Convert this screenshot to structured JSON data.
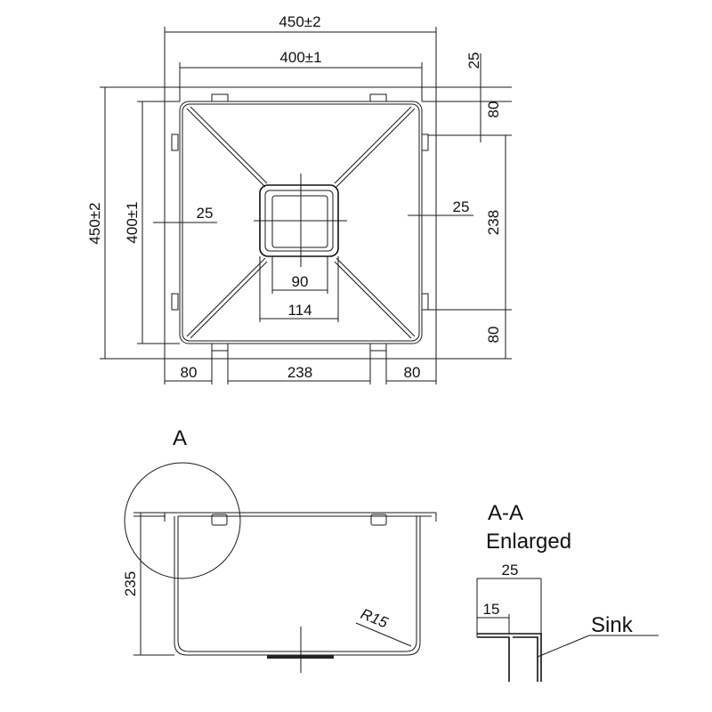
{
  "top_view": {
    "outer_width": "450±2",
    "inner_width": "400±1",
    "outer_height": "450±2",
    "inner_height": "400±1",
    "flange_top": "25",
    "right_top_offset": "80",
    "right_clip_span": "238",
    "right_bottom_offset": "80",
    "left_center": "25",
    "right_center": "25",
    "drain_inner": "90",
    "drain_outer": "114",
    "bottom_left_offset": "80",
    "bottom_clip_span": "238",
    "bottom_right_offset": "80"
  },
  "side_view": {
    "detail_marker": "A",
    "depth": "235",
    "corner_radius": "R15"
  },
  "detail": {
    "title_line1": "A-A",
    "title_line2": "Enlarged",
    "flange_width": "25",
    "lip_width": "15",
    "sink_label": "Sink"
  }
}
